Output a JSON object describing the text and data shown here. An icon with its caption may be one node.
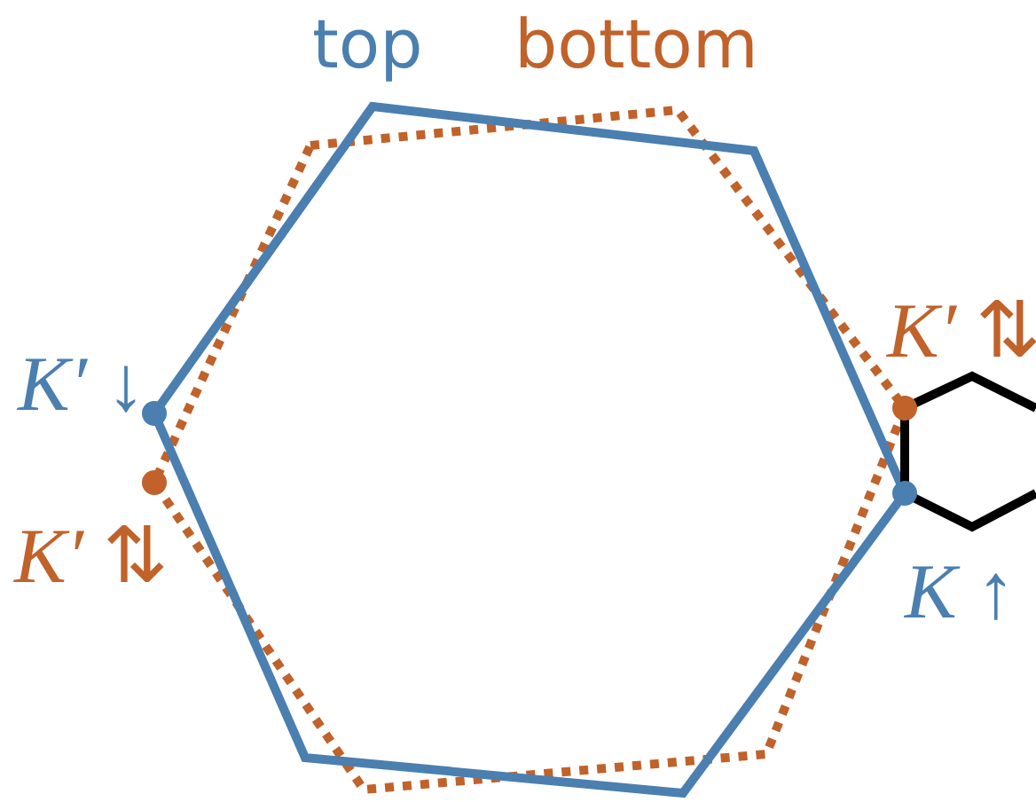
{
  "diagram": {
    "labels": [
      "top",
      "bottom",
      "*K′* ⇅",
      "*K′* ↓",
      "*K′* ⇅",
      "*K* ↑"
    ]
  }
}
